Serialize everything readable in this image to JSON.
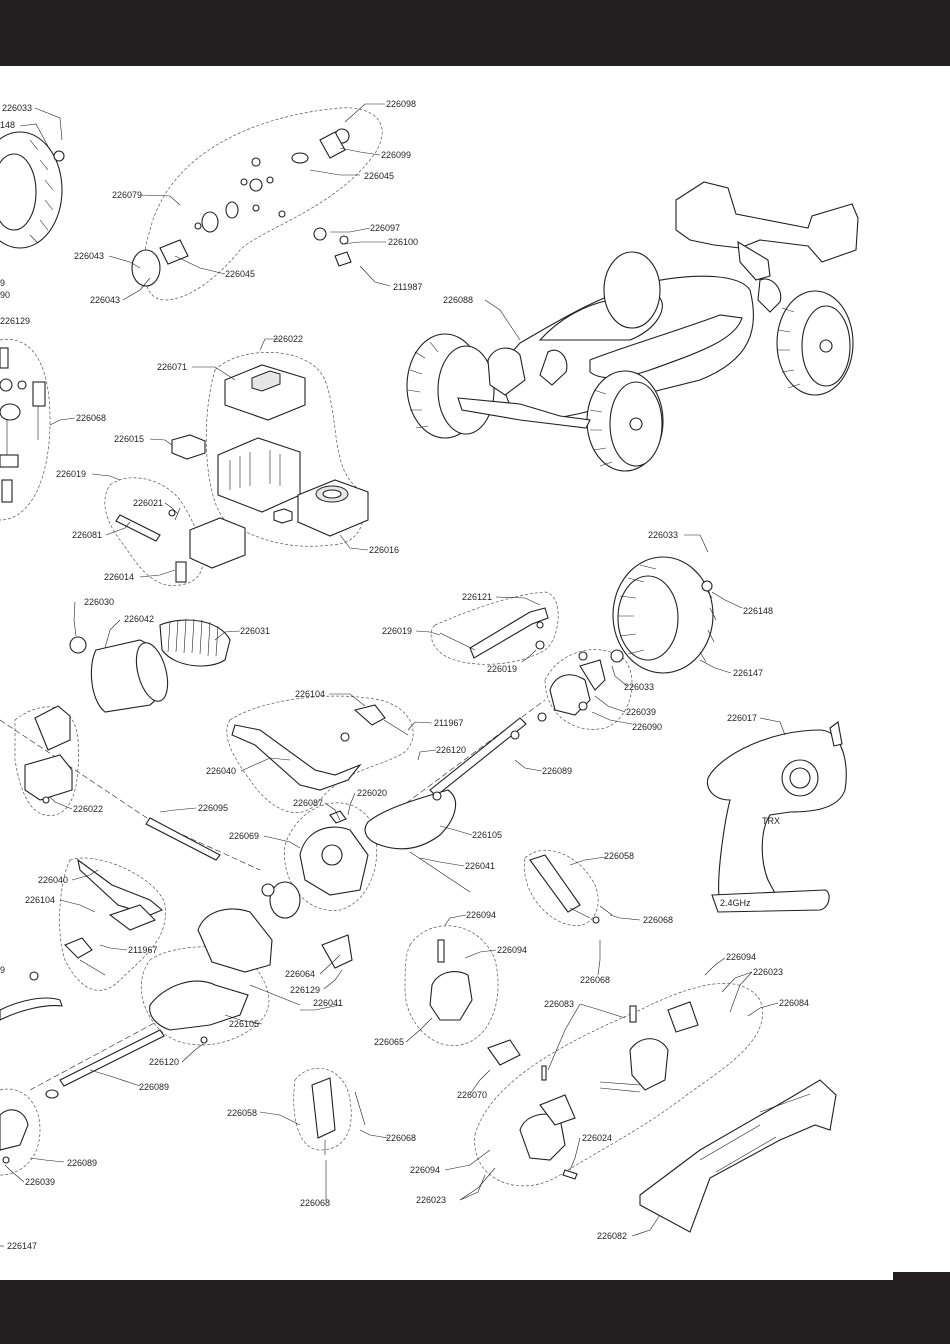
{
  "labels": {
    "p226033a": "226033",
    "p148a": "148",
    "p226098": "226098",
    "p226099": "226099",
    "p226045a": "226045",
    "p226079": "226079",
    "p226097": "226097",
    "p226100": "226100",
    "p226043a": "226043",
    "p226045b": "226045",
    "p211987": "211987",
    "p226043b": "226043",
    "p9a": "9",
    "p90a": "90",
    "p226129a": "226129",
    "p226022a": "226022",
    "p226088": "226088",
    "p226071": "226071",
    "p226068a": "226068",
    "p226015": "226015",
    "p226019a": "226019",
    "p226021": "226021",
    "p226081": "226081",
    "p226016": "226016",
    "p226014": "226014",
    "p226033b": "226033",
    "p226030": "226030",
    "p226042": "226042",
    "p226031": "226031",
    "p226121": "226121",
    "p226148b": "226148",
    "p226019b": "226019",
    "p226019c": "226019",
    "p226033c": "226033",
    "p226147a": "226147",
    "p226104a": "226104",
    "p211967a": "211967",
    "p226039a": "226039",
    "p226090": "226090",
    "p226017": "226017",
    "p226040a": "226040",
    "p226120a": "226120",
    "p226089a": "226089",
    "p226022b": "226022",
    "p226095": "226095",
    "p226087": "226087",
    "p226020": "226020",
    "p226069": "226069",
    "p226105a": "226105",
    "p226058a": "226058",
    "p226041a": "226041",
    "p226040b": "226040",
    "p226104b": "226104",
    "p226094a": "226094",
    "p226068b": "226068",
    "p211967b": "211967",
    "p226094b": "226094",
    "p226064": "226064",
    "p226068c": "226068",
    "p9b": "9",
    "p226129b": "226129",
    "p226041b": "226041",
    "p226094c": "226094",
    "p226023a": "226023",
    "p226083": "226083",
    "p226084": "226084",
    "p226105b": "226105",
    "p226065": "226065",
    "p226120b": "226120",
    "p226089b": "226089",
    "p226070": "226070",
    "p226058b": "226058",
    "p226068d": "226068",
    "p226024": "226024",
    "p226094d": "226094",
    "p226089c": "226089",
    "p226039b": "226039",
    "p226023b": "226023",
    "p226068e": "226068",
    "p226082": "226082",
    "p226147b": "226147"
  },
  "transmitter": {
    "band_text": "2.4GHz",
    "switch_text": "TRX"
  }
}
